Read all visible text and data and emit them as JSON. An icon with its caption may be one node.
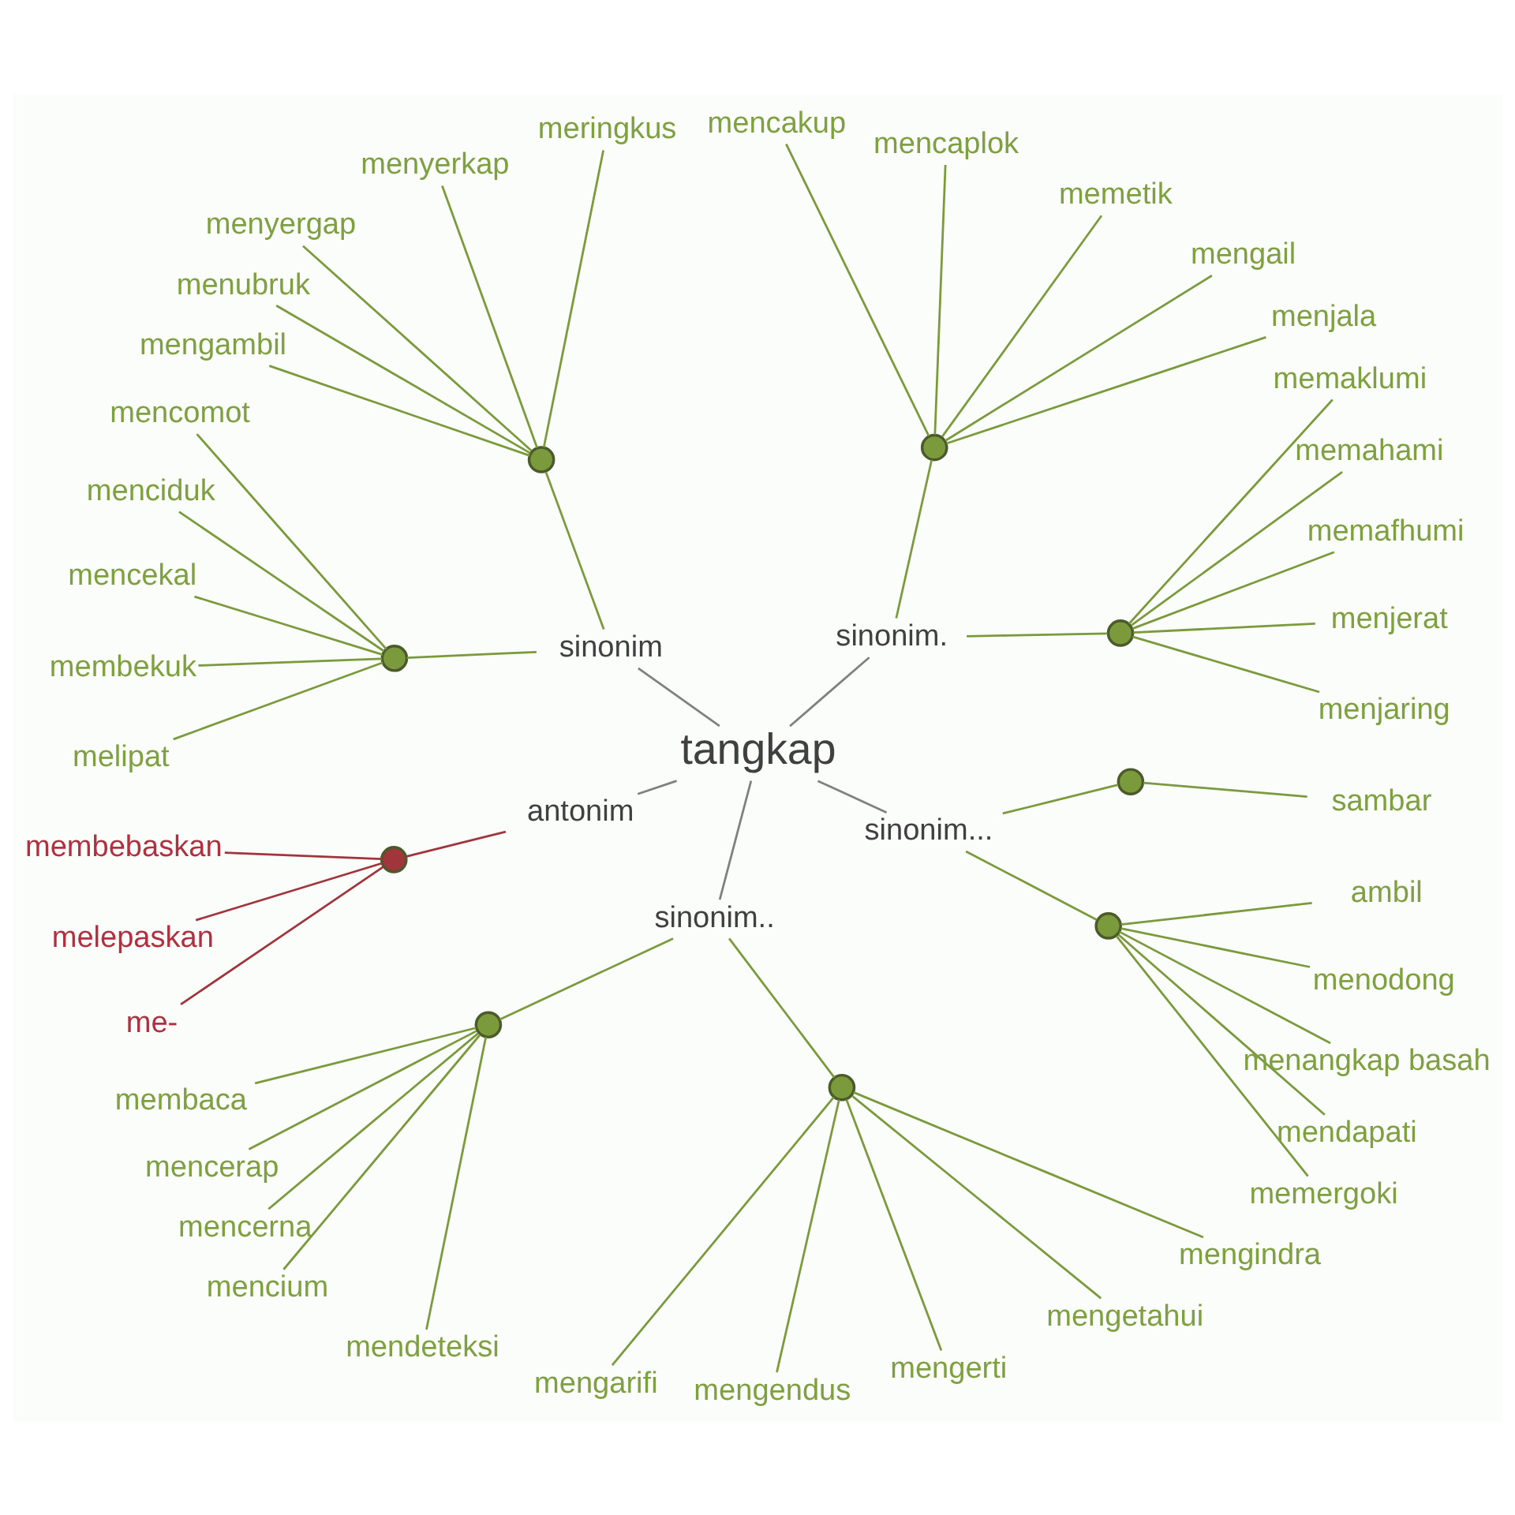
{
  "diagram": {
    "nodes": [
      {
        "text": [
          "tangkap"
        ]
      },
      {
        "text": [
          "sinonim."
        ]
      },
      {
        "text": [],
        "shape": "circle"
      },
      {
        "text": [
          "menjaring"
        ]
      },
      {
        "text": [
          "menjerat"
        ]
      },
      {
        "text": [
          "memafhumi"
        ]
      },
      {
        "text": [
          "memahami"
        ]
      },
      {
        "text": [
          "memaklumi"
        ]
      },
      {
        "text": [],
        "shape": "circle"
      },
      {
        "text": [
          "menjala"
        ]
      },
      {
        "text": [
          "mengail"
        ]
      },
      {
        "text": [
          "memetik"
        ]
      },
      {
        "text": [
          "mencaplok"
        ]
      },
      {
        "text": [
          "mencakup"
        ]
      },
      {
        "text": [
          "sinonim"
        ]
      },
      {
        "text": [],
        "shape": "circle"
      },
      {
        "text": [
          "meringkus"
        ]
      },
      {
        "text": [
          "menyerkap"
        ]
      },
      {
        "text": [
          "menyergap"
        ]
      },
      {
        "text": [
          "menubruk"
        ]
      },
      {
        "text": [
          "mengambil"
        ]
      },
      {
        "text": [],
        "shape": "circle"
      },
      {
        "text": [
          "mencomot"
        ]
      },
      {
        "text": [
          "menciduk"
        ]
      },
      {
        "text": [
          "mencekal"
        ]
      },
      {
        "text": [
          "membekuk"
        ]
      },
      {
        "text": [
          "melipat"
        ]
      },
      {
        "text": [
          "antonim"
        ]
      },
      {
        "text": [],
        "shape": "circle"
      },
      {
        "text": [
          "membebaskan"
        ]
      },
      {
        "text": [
          "melepaskan"
        ]
      },
      {
        "text": [
          "me-"
        ]
      },
      {
        "text": [
          "sinonim.."
        ]
      },
      {
        "text": [],
        "shape": "circle"
      },
      {
        "text": [
          "membaca"
        ]
      },
      {
        "text": [
          "mencerap"
        ]
      },
      {
        "text": [
          "mencerna"
        ]
      },
      {
        "text": [
          "mencium"
        ]
      },
      {
        "text": [
          "mendeteksi"
        ]
      },
      {
        "text": [],
        "shape": "circle"
      },
      {
        "text": [
          "mengarifi"
        ]
      },
      {
        "text": [
          "mengendus"
        ]
      },
      {
        "text": [
          "mengerti"
        ]
      },
      {
        "text": [
          "mengetahui"
        ]
      },
      {
        "text": [
          "mengindra"
        ]
      },
      {
        "text": [
          "sinonim..."
        ]
      },
      {
        "text": [],
        "shape": "circle"
      },
      {
        "text": [
          "memergoki"
        ]
      },
      {
        "text": [
          "mendapati"
        ]
      },
      {
        "text": [
          "menangkap basah"
        ]
      },
      {
        "text": [
          "menodong"
        ]
      },
      {
        "text": [
          "ambil"
        ]
      },
      {
        "text": [],
        "shape": "circle"
      },
      {
        "text": [
          "sambar"
        ]
      }
    ],
    "edges": [
      {
        "from": 0,
        "to": 1,
        "arrow": "none",
        "color": "#808080"
      },
      {
        "from": 0,
        "to": 14,
        "arrow": "none",
        "color": "#808080"
      },
      {
        "from": 0,
        "to": 27,
        "arrow": "none",
        "color": "#808080"
      },
      {
        "from": 0,
        "to": 32,
        "arrow": "none",
        "color": "#808080"
      },
      {
        "from": 0,
        "to": 45,
        "arrow": "none",
        "color": "#808080"
      },
      {
        "from": 1,
        "to": 2,
        "arrow": "none"
      },
      {
        "from": 1,
        "to": 8,
        "arrow": "none"
      },
      {
        "from": 2,
        "to": 3,
        "arrow": "none"
      },
      {
        "from": 2,
        "to": 4,
        "arrow": "none"
      },
      {
        "from": 2,
        "to": 5,
        "arrow": "none"
      },
      {
        "from": 2,
        "to": 6,
        "arrow": "none"
      },
      {
        "from": 2,
        "to": 7,
        "arrow": "none"
      },
      {
        "from": 8,
        "to": 9,
        "arrow": "none"
      },
      {
        "from": 8,
        "to": 10,
        "arrow": "none"
      },
      {
        "from": 8,
        "to": 11,
        "arrow": "none"
      },
      {
        "from": 8,
        "to": 12,
        "arrow": "none"
      },
      {
        "from": 8,
        "to": 13,
        "arrow": "none"
      },
      {
        "from": 14,
        "to": 15,
        "arrow": "none"
      },
      {
        "from": 14,
        "to": 21,
        "arrow": "none"
      },
      {
        "from": 15,
        "to": 16,
        "arrow": "none"
      },
      {
        "from": 15,
        "to": 17,
        "arrow": "none"
      },
      {
        "from": 15,
        "to": 18,
        "arrow": "none"
      },
      {
        "from": 15,
        "to": 19,
        "arrow": "none"
      },
      {
        "from": 15,
        "to": 20,
        "arrow": "none"
      },
      {
        "from": 21,
        "to": 22,
        "arrow": "none"
      },
      {
        "from": 21,
        "to": 23,
        "arrow": "none"
      },
      {
        "from": 21,
        "to": 24,
        "arrow": "none"
      },
      {
        "from": 21,
        "to": 25,
        "arrow": "none"
      },
      {
        "from": 21,
        "to": 26,
        "arrow": "none"
      },
      {
        "from": 27,
        "to": 28,
        "arrow": "none",
        "color": "#a0353b"
      },
      {
        "from": 28,
        "to": 29,
        "arrow": "none",
        "color": "#a0353b"
      },
      {
        "from": 28,
        "to": 30,
        "arrow": "none",
        "color": "#a0353b"
      },
      {
        "from": 28,
        "to": 31,
        "arrow": "none",
        "color": "#a0353b"
      },
      {
        "from": 32,
        "to": 33,
        "arrow": "none"
      },
      {
        "from": 32,
        "to": 39,
        "arrow": "none"
      },
      {
        "from": 33,
        "to": 34,
        "arrow": "none"
      },
      {
        "from": 33,
        "to": 35,
        "arrow": "none"
      },
      {
        "from": 33,
        "to": 36,
        "arrow": "none"
      },
      {
        "from": 33,
        "to": 37,
        "arrow": "none"
      },
      {
        "from": 33,
        "to": 38,
        "arrow": "none"
      },
      {
        "from": 39,
        "to": 40,
        "arrow": "none"
      },
      {
        "from": 39,
        "to": 41,
        "arrow": "none"
      },
      {
        "from": 39,
        "to": 42,
        "arrow": "none"
      },
      {
        "from": 39,
        "to": 43,
        "arrow": "none"
      },
      {
        "from": 39,
        "to": 44,
        "arrow": "none"
      },
      {
        "from": 45,
        "to": 46,
        "arrow": "none"
      },
      {
        "from": 45,
        "to": 52,
        "arrow": "none"
      },
      {
        "from": 46,
        "to": 47,
        "arrow": "none"
      },
      {
        "from": 46,
        "to": 48,
        "arrow": "none"
      },
      {
        "from": 46,
        "to": 49,
        "arrow": "none"
      },
      {
        "from": 46,
        "to": 50,
        "arrow": "none"
      },
      {
        "from": 46,
        "to": 51,
        "arrow": "none"
      },
      {
        "from": 52,
        "to": 53,
        "arrow": "none"
      }
    ]
  }
}
